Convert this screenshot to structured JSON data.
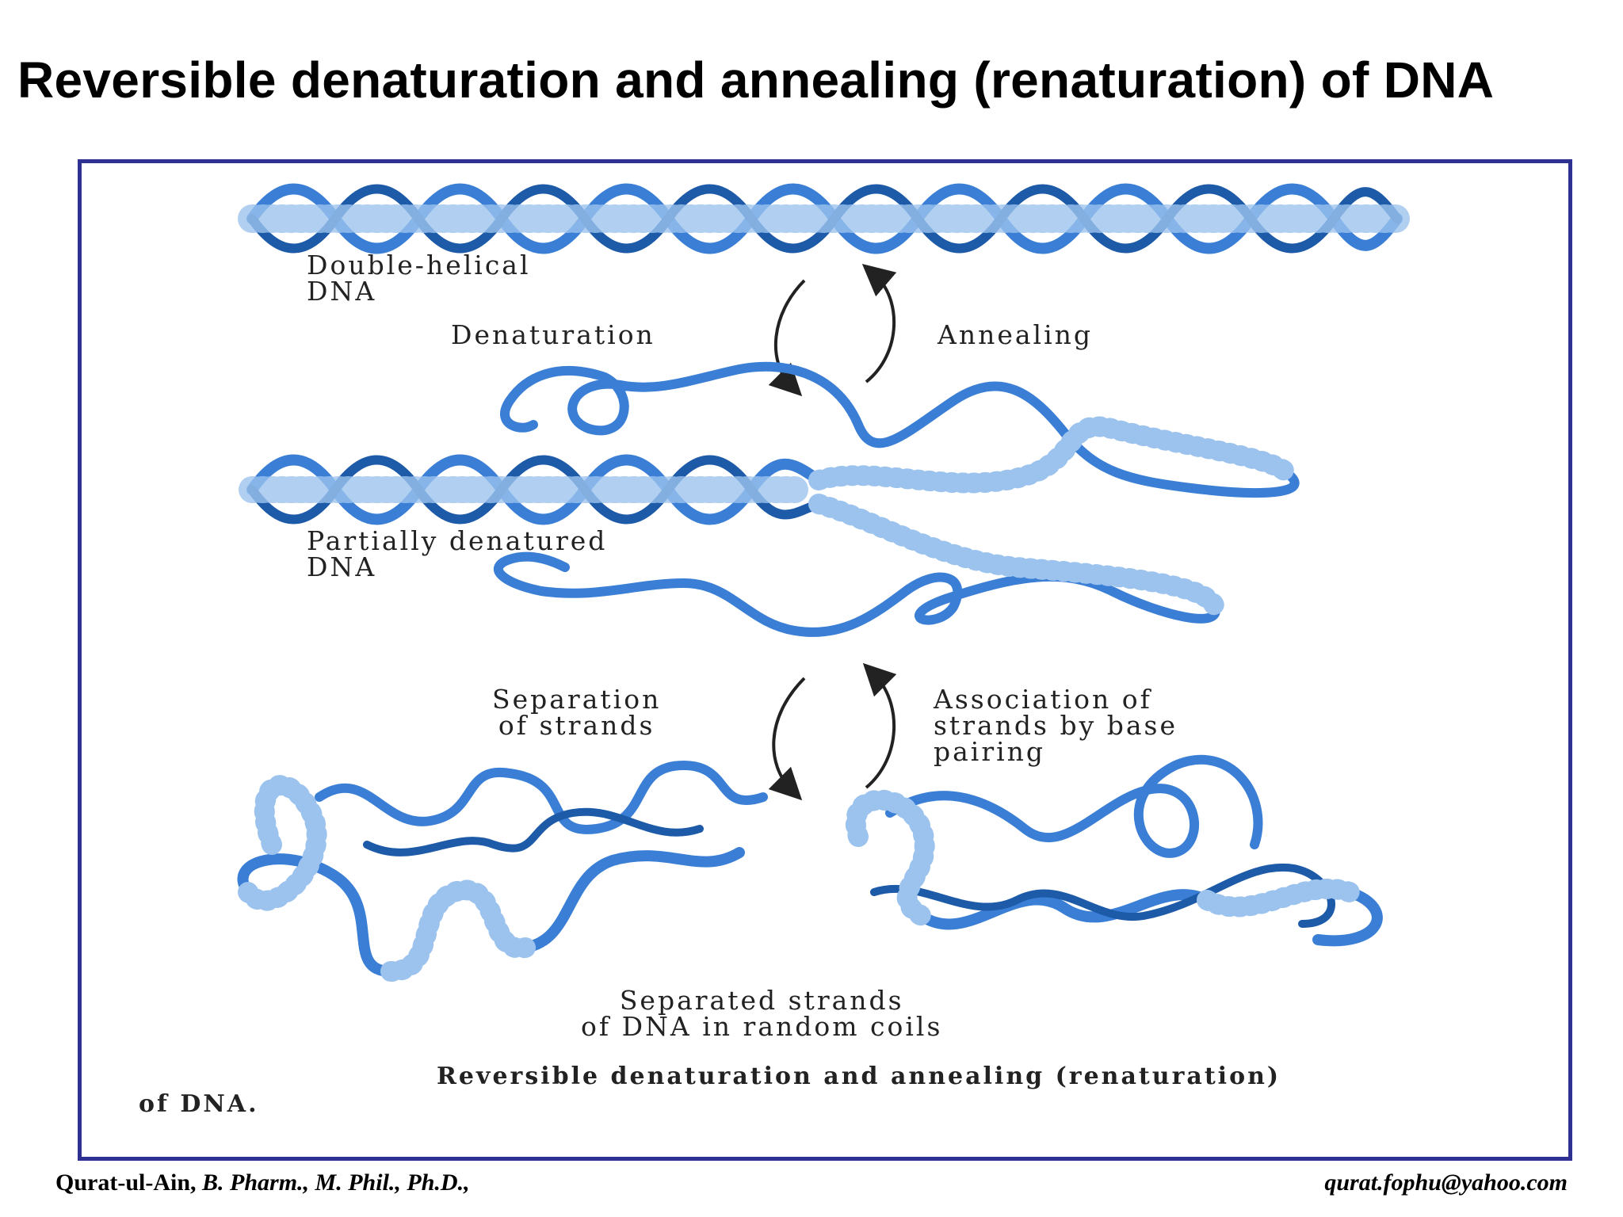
{
  "title": "Reversible denaturation and annealing (renaturation) of DNA",
  "labels": {
    "double_helical": [
      "Double-helical",
      "DNA"
    ],
    "denaturation": "Denaturation",
    "annealing": "Annealing",
    "partially_denatured": [
      "Partially denatured",
      "DNA"
    ],
    "separation": [
      "Separation",
      "of strands"
    ],
    "association": [
      "Association of",
      "strands by base",
      "pairing"
    ],
    "separated_strands": [
      "Separated strands",
      "of DNA in random coils"
    ]
  },
  "caption": {
    "line1": "Reversible denaturation and annealing (renaturation)",
    "line2": "of DNA."
  },
  "footer": {
    "author_name": "Qurat-ul-Ain,",
    "author_degrees": "B. Pharm., M. Phil., Ph.D.,",
    "email": "qurat.fophu@yahoo.com"
  },
  "colors": {
    "strand_blue": "#3a7fd5",
    "strand_dark": "#1d5aa8",
    "frame_border": "#2e3192",
    "arrow": "#222222"
  }
}
